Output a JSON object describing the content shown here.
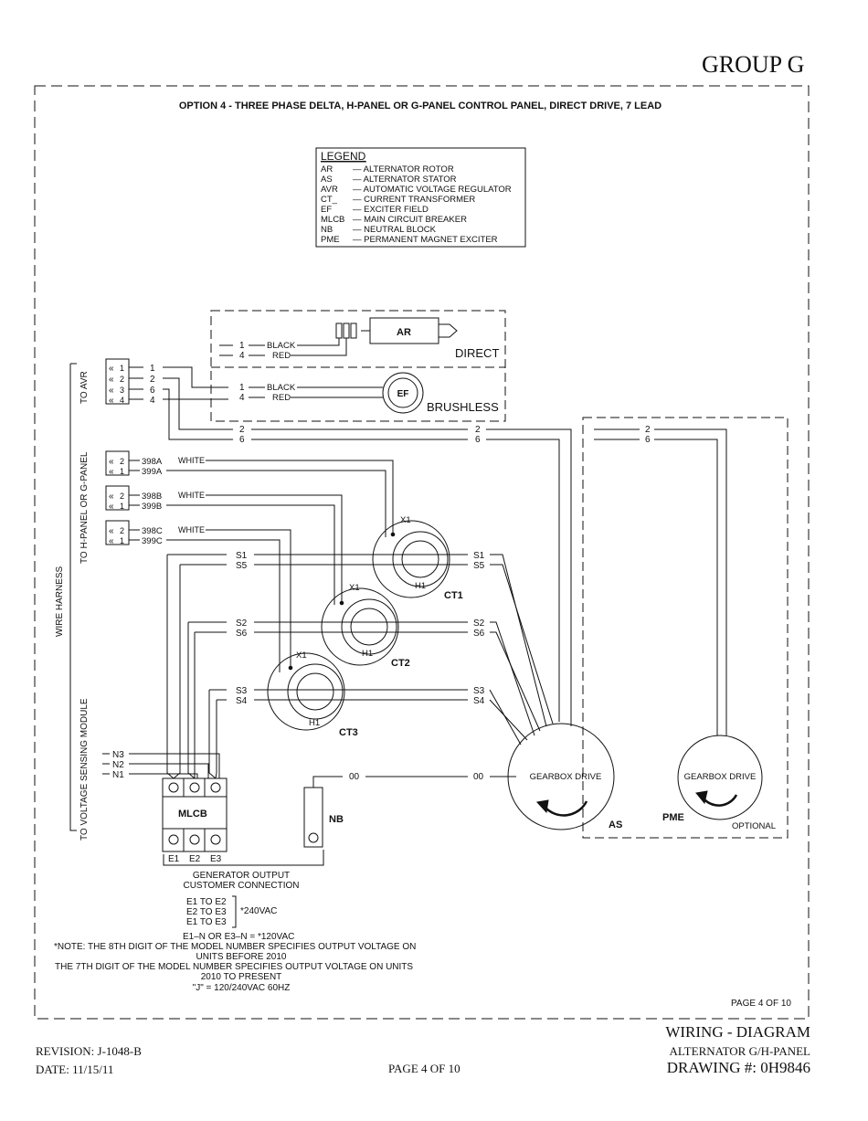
{
  "header": {
    "group": "GROUP G"
  },
  "title": "OPTION 4 - THREE PHASE DELTA, H-PANEL OR G-PANEL CONTROL PANEL, DIRECT DRIVE, 7 LEAD",
  "legend": {
    "heading": "LEGEND",
    "items": [
      {
        "code": "AR",
        "desc": "— ALTERNATOR ROTOR"
      },
      {
        "code": "AS",
        "desc": "— ALTERNATOR STATOR"
      },
      {
        "code": "AVR",
        "desc": "— AUTOMATIC VOLTAGE REGULATOR"
      },
      {
        "code": "CT_",
        "desc": "— CURRENT TRANSFORMER"
      },
      {
        "code": "EF",
        "desc": "— EXCITER FIELD"
      },
      {
        "code": "MLCB",
        "desc": "— MAIN CIRCUIT BREAKER"
      },
      {
        "code": "NB",
        "desc": "— NEUTRAL BLOCK"
      },
      {
        "code": "PME",
        "desc": "— PERMANENT MAGNET EXCITER"
      }
    ]
  },
  "labels": {
    "to_avr": "TO AVR",
    "to_panel": "TO H-PANEL OR G-PANEL",
    "wire_harness": "WIRE HARNESS",
    "to_vsm": "TO VOLTAGE SENSING MODULE",
    "ar": "AR",
    "ef": "EF",
    "direct": "DIRECT",
    "brushless": "BRUSHLESS",
    "black": "BLACK",
    "red": "RED",
    "white": "WHITE",
    "ct1": "CT1",
    "ct2": "CT2",
    "ct3": "CT3",
    "x1": "X1",
    "h1": "H1",
    "mlcb": "MLCB",
    "nb": "NB",
    "gearbox_drive": "GEARBOX DRIVE",
    "as": "AS",
    "pme": "PME",
    "optional": "OPTIONAL",
    "oo": "00"
  },
  "wires": {
    "avr_pins": [
      "1",
      "2",
      "3",
      "4"
    ],
    "avr_wires": [
      "1",
      "2",
      "6",
      "4"
    ],
    "panel_a": [
      "398A",
      "399A"
    ],
    "panel_b": [
      "398B",
      "399B"
    ],
    "panel_c": [
      "398C",
      "399C"
    ],
    "ct_s": [
      "S1",
      "S5",
      "S2",
      "S6",
      "S3",
      "S4"
    ],
    "vsm": [
      "N3",
      "N2",
      "N1"
    ],
    "breaker_out": [
      "E1",
      "E2",
      "E3"
    ],
    "pin_pair": [
      "2",
      "1"
    ],
    "num": {
      "one": "1",
      "four": "4",
      "two": "2",
      "six": "6"
    }
  },
  "output": {
    "line1": "GENERATOR OUTPUT",
    "line2": "CUSTOMER CONNECTION",
    "pairs": [
      "E1 TO E2",
      "E2 TO E3",
      "E1 TO E3"
    ],
    "v240": "*240VAC",
    "v120": "E1–N OR E3–N = *120VAC",
    "note1": "*NOTE:  THE 8TH DIGIT OF THE MODEL NUMBER SPECIFIES OUTPUT VOLTAGE ON",
    "note2": "UNITS BEFORE 2010",
    "note3": "THE 7TH DIGIT OF THE MODEL NUMBER SPECIFIES OUTPUT VOLTAGE ON UNITS",
    "note4": "2010 TO PRESENT",
    "note5": "\"J\" = 120/240VAC 60HZ"
  },
  "inner_page": "PAGE 4 OF 10",
  "footer": {
    "revision": "REVISION: J-1048-B",
    "date": "DATE: 11/15/11",
    "page": "PAGE 4 OF 10",
    "doc_title": "WIRING - DIAGRAM",
    "doc_sub": "ALTERNATOR G/H-PANEL",
    "drawing": "DRAWING #: 0H9846"
  }
}
